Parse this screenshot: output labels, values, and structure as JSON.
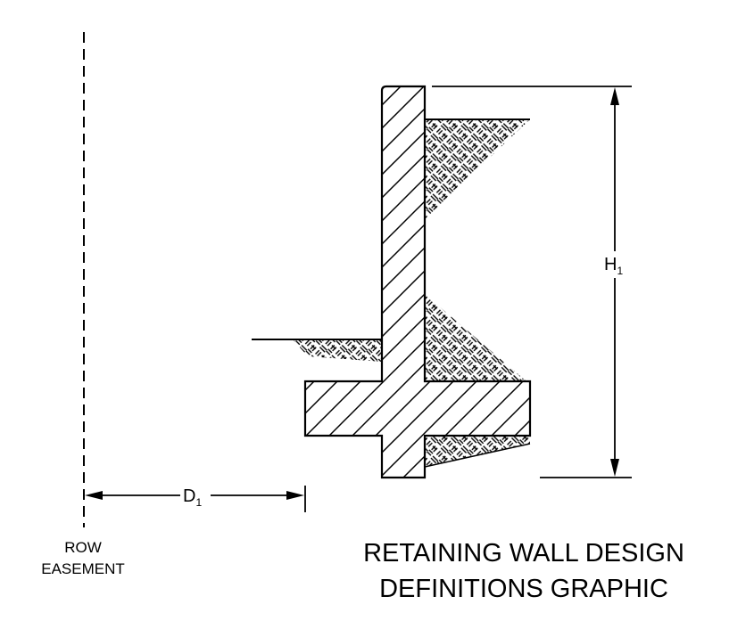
{
  "labels": {
    "height_symbol": "H",
    "height_subscript": "1",
    "distance_symbol": "D",
    "distance_subscript": "1",
    "row_line1": "ROW",
    "row_line2": "EASEMENT",
    "title_line1": "RETAINING WALL DESIGN",
    "title_line2": "DEFINITIONS GRAPHIC"
  },
  "colors": {
    "ink": "#000000",
    "background": "#ffffff"
  }
}
